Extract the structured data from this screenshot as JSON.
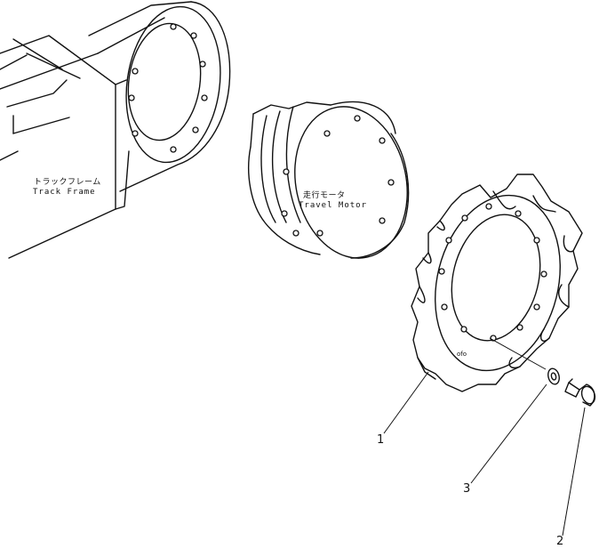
{
  "labels": {
    "track_frame_jp": "トラックフレーム",
    "track_frame_en": "Track Frame",
    "travel_motor_jp": "走行モータ",
    "travel_motor_en": "Travel Motor"
  },
  "callouts": {
    "sprocket": "1",
    "bolt": "2",
    "washer": "3"
  }
}
